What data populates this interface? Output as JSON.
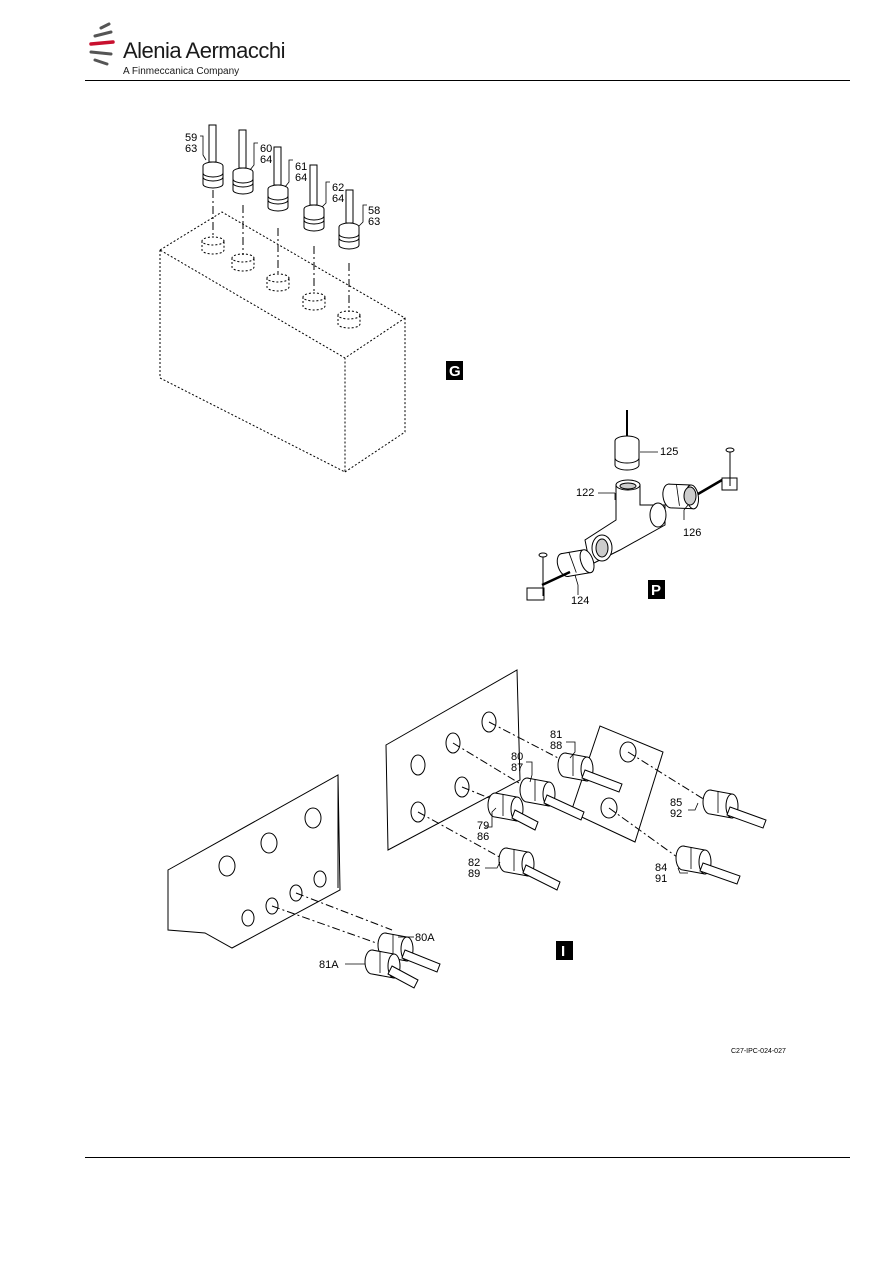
{
  "header": {
    "company": "Alenia Aermacchi",
    "tagline": "A Finmeccanica Company",
    "brand_color": "#c8102e"
  },
  "views": {
    "G": {
      "tag": "G",
      "callouts": [
        [
          "59",
          "63"
        ],
        [
          "60",
          "64"
        ],
        [
          "61",
          "64"
        ],
        [
          "62",
          "64"
        ],
        [
          "58",
          "63"
        ]
      ]
    },
    "P": {
      "tag": "P",
      "callouts": [
        "125",
        "122",
        "126",
        "124"
      ]
    },
    "I": {
      "tag": "I",
      "callouts": [
        [
          "81",
          "88"
        ],
        [
          "80",
          "87"
        ],
        [
          "79",
          "86"
        ],
        [
          "82",
          "89"
        ],
        [
          "85",
          "92"
        ],
        [
          "84",
          "91"
        ],
        "80A",
        "81A"
      ]
    }
  },
  "figure_ref": "C27-IPC-024-027"
}
